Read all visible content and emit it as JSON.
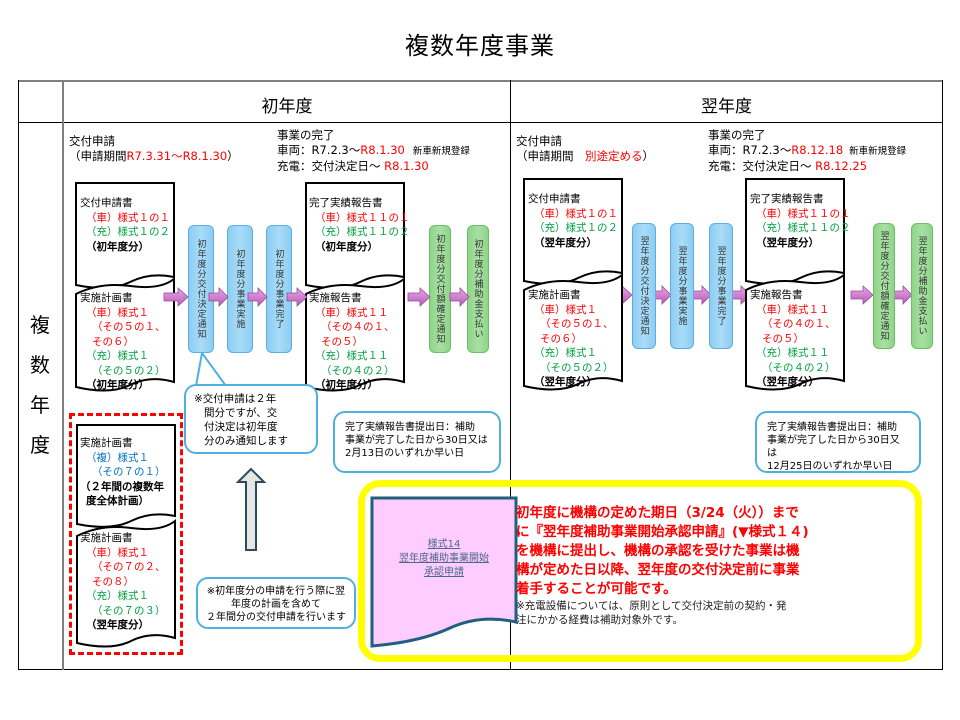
{
  "title": "複数年度事業",
  "table": {
    "col_headers": [
      "初年度",
      "翌年度"
    ],
    "row_header": [
      "複",
      "数",
      "年",
      "度"
    ]
  },
  "first_year": {
    "application": {
      "label": "交付申請",
      "period_prefix": "（申請期間",
      "period_value": "R7.3.31～R8.1.30",
      "period_suffix": "）"
    },
    "completion": {
      "label": "事業の完了",
      "vehicle_prefix": "車両：R7.2.3～",
      "vehicle_end": "R8.1.30",
      "vehicle_note": "新車新規登録",
      "charger_prefix": "充電：交付決定日～",
      "charger_end": "R8.1.30"
    },
    "doc_application": {
      "title": "交付申請書",
      "car": "（車）様式１の１",
      "charger": "（充）様式１の２",
      "year": "（初年度分）"
    },
    "doc_plan": {
      "title": "実施計画書",
      "car": "（車）様式１",
      "car_sub1": "（その５の１、",
      "car_sub2": "その６）",
      "charger": "（充）様式１",
      "charger_sub": "（その５の２）",
      "year": "（初年度分）"
    },
    "flow_blue": [
      "初年度分交付決定通知",
      "初年度分事業実施",
      "初年度分事業完了"
    ],
    "doc_completion": {
      "title": "完了実績報告書",
      "car": "（車）様式１１の１",
      "charger": "（充）様式１１の２",
      "year": "（初年度分）"
    },
    "doc_report": {
      "title": "実施報告書",
      "car": "（車）様式１１",
      "car_sub1": "（その４の１、",
      "car_sub2": "その５）",
      "charger": "（充）様式１１",
      "charger_sub": "（その４の２）",
      "year": "（初年度分）"
    },
    "flow_green": [
      "初年度分交付額確定通知",
      "初年度分補助金支払い"
    ],
    "callout_decision": [
      "※交付申請は２年",
      "間分ですが、交",
      "付決定は初年度",
      "分のみ通知します"
    ],
    "callout_report_deadline": [
      "完了実績報告書提出日：補助",
      "事業が完了した日から30日又は",
      "2月13日のいずれか早い日"
    ],
    "doc_multi_plan": {
      "title": "実施計画書",
      "multi": "（複）様式１",
      "multi_sub": "（その７の１）",
      "note1": "（２年間の複数年",
      "note2": "度全体計画）"
    },
    "doc_next_plan": {
      "title": "実施計画書",
      "car": "（車）様式１",
      "car_sub1": "（その７の２、",
      "car_sub2": "その８）",
      "charger": "（充）様式１",
      "charger_sub": "（その７の３）",
      "year": "（翌年度分）"
    },
    "callout_two_year": [
      "※初年度分の申請を行う際に翌",
      "年度の計画を含めて",
      "２年間分の交付申請を行います"
    ]
  },
  "next_year": {
    "application": {
      "label": "交付申請",
      "period_prefix": "（申請期間　",
      "period_value": "別途定める",
      "period_suffix": "）"
    },
    "completion": {
      "label": "事業の完了",
      "vehicle_prefix": "車両：R7.2.3～",
      "vehicle_end": "R8.12.18",
      "vehicle_note": "新車新規登録",
      "charger_prefix": "充電：交付決定日～",
      "charger_end": "R8.12.25"
    },
    "doc_application": {
      "title": "交付申請書",
      "car": "（車）様式１の１",
      "charger": "（充）様式１の２",
      "year": "（翌年度分）"
    },
    "doc_plan": {
      "title": "実施計画書",
      "car": "（車）様式１",
      "car_sub1": "（その５の１、",
      "car_sub2": "その６）",
      "charger": "（充）様式１",
      "charger_sub": "（その５の２）",
      "year": "（翌年度分）"
    },
    "flow_blue": [
      "翌年度分交付決定通知",
      "翌年度分事業実施",
      "翌年度分事業完了"
    ],
    "doc_completion": {
      "title": "完了実績報告書",
      "car": "（車）様式１１の１",
      "charger": "（充）様式１１の２",
      "year": "（翌年度分）"
    },
    "doc_report": {
      "title": "実施報告書",
      "car": "（車）様式１１",
      "car_sub1": "（その４の１、",
      "car_sub2": "その５）",
      "charger": "（充）様式１１",
      "charger_sub": "（その４の２）",
      "year": "（翌年度分）"
    },
    "flow_green": [
      "翌年度分交付額確定通知",
      "翌年度分補助金支払い"
    ],
    "callout_report_deadline": [
      "完了実績報告書提出日：補助",
      "事業が完了した日から30日又は",
      "12月25日のいずれか早い日"
    ]
  },
  "form14": {
    "link_lines": [
      "様式14",
      "翌年度補助事業開始",
      "承認申請"
    ]
  },
  "notice": {
    "main_lines": [
      "初年度に機構の定めた期日（3/24（火））まで",
      "に『翌年度補助事業開始承認申請』(▼様式１４)",
      "を機構に提出し、機構の承認を受けた事業は機",
      "構が定めた日以降、翌年度の交付決定前に事業",
      "着手することが可能です。"
    ],
    "sub_lines": [
      "※充電設備については、原則として交付決定前の契約・発",
      "注にかかる経費は補助対象外です。"
    ]
  },
  "colors": {
    "red": "#ff0000",
    "green": "#00a040",
    "blue": "#0070c0",
    "highlight": "#ffff00",
    "flow_blue": "#a9dcf7",
    "flow_green": "#a8e0a3",
    "arrow": "#cc77cc",
    "form_pink": "#ffccff"
  }
}
